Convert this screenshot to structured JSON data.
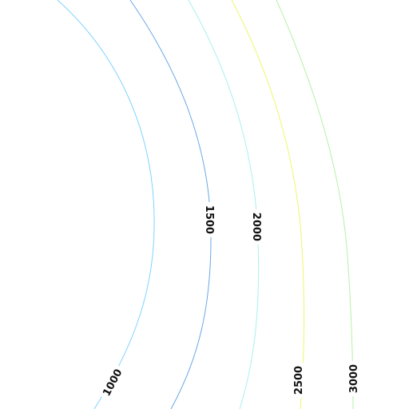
{
  "contours": [
    {
      "name": "contour-1000",
      "label": "1000",
      "color": "#7fd3ff"
    },
    {
      "name": "contour-1500",
      "label": "1500",
      "color": "#6aa7e6"
    },
    {
      "name": "contour-2000",
      "label": "2000",
      "color": "#a8f0ee"
    },
    {
      "name": "contour-2500",
      "label": "2500",
      "color": "#eef76a"
    },
    {
      "name": "contour-3000",
      "label": "3000",
      "color": "#b7f0a8"
    }
  ]
}
